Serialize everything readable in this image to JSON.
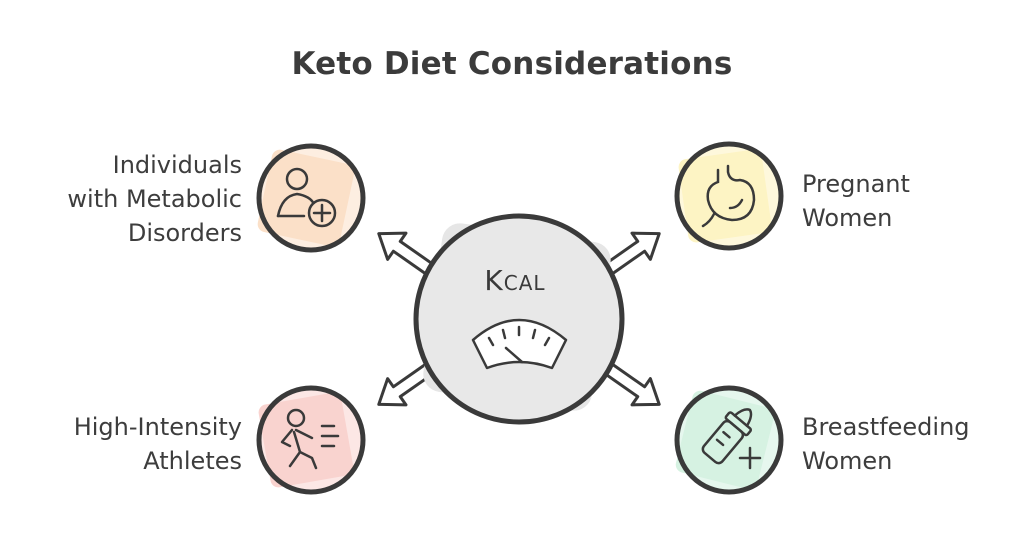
{
  "title": "Keto Diet Considerations",
  "center": {
    "label": "Kcal",
    "icon": "scale-gauge-icon"
  },
  "nodes": [
    {
      "id": "metabolic",
      "label": "Individuals\nwith Metabolic\nDisorders",
      "icon": "person-medical-plus-icon",
      "color": "#fbe0c8"
    },
    {
      "id": "pregnant",
      "label": "Pregnant\nWomen",
      "icon": "stomach-icon",
      "color": "#fdf4c4"
    },
    {
      "id": "athletes",
      "label": "High-Intensity\nAthletes",
      "icon": "running-person-icon",
      "color": "#f9d3cf"
    },
    {
      "id": "breastfeeding",
      "label": "Breastfeeding\nWomen",
      "icon": "baby-bottle-plus-icon",
      "color": "#d6f2e2"
    }
  ]
}
